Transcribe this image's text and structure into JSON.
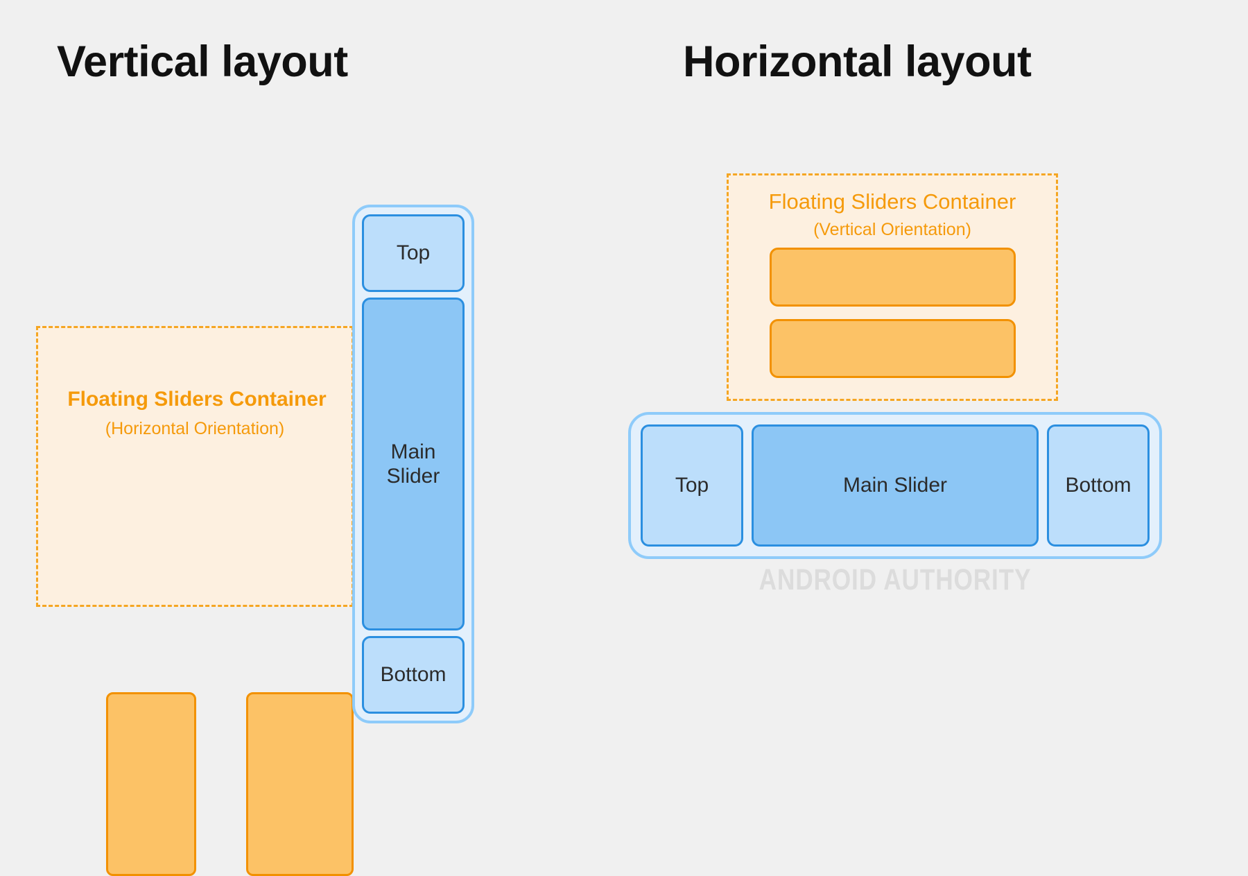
{
  "background_color": "#f0f0f0",
  "panels": {
    "vertical": {
      "title": "Vertical layout",
      "floating_container": {
        "title": "Floating Sliders Container",
        "subtitle": "(Horizontal Orientation)",
        "orientation": "horizontal",
        "border_color": "#f5a623",
        "fill_color": "#fdf0e0",
        "sliders": [
          {
            "label": ""
          },
          {
            "label": ""
          }
        ]
      },
      "slider_shell": {
        "orientation": "vertical",
        "fill_color": "#e3f0fc",
        "border_color": "#8ecbfa",
        "boxes": [
          {
            "label": "Top",
            "variant": "side",
            "color": "#bcdefb"
          },
          {
            "label": "Main\nSlider",
            "variant": "main",
            "color": "#8cc6f5"
          },
          {
            "label": "Bottom",
            "variant": "side",
            "color": "#bcdefb"
          }
        ]
      }
    },
    "horizontal": {
      "title": "Horizontal layout",
      "floating_container": {
        "title": "Floating Sliders Container",
        "subtitle": "(Vertical Orientation)",
        "orientation": "vertical",
        "border_color": "#f5a623",
        "fill_color": "#fdf0e0",
        "sliders": [
          {
            "label": ""
          },
          {
            "label": ""
          }
        ]
      },
      "slider_shell": {
        "orientation": "horizontal",
        "fill_color": "#e3f0fc",
        "border_color": "#8ecbfa",
        "boxes": [
          {
            "label": "Top",
            "variant": "side",
            "color": "#bcdefb"
          },
          {
            "label": "Main Slider",
            "variant": "main",
            "color": "#8cc6f5"
          },
          {
            "label": "Bottom",
            "variant": "side",
            "color": "#bcdefb"
          }
        ]
      }
    }
  },
  "watermark": {
    "text": "ANDROID AUTHORITY",
    "color": "#dcdcdc"
  },
  "colors": {
    "orange_accent": "#f59a0b",
    "orange_fill": "#fcc266",
    "orange_stroke": "#f29100",
    "blue_main": "#8cc6f5",
    "blue_side": "#bcdefb",
    "blue_stroke": "#2b8fe0",
    "shell_fill": "#e3f0fc",
    "shell_stroke": "#8ecbfa",
    "text_dark": "#2b2b2b"
  }
}
